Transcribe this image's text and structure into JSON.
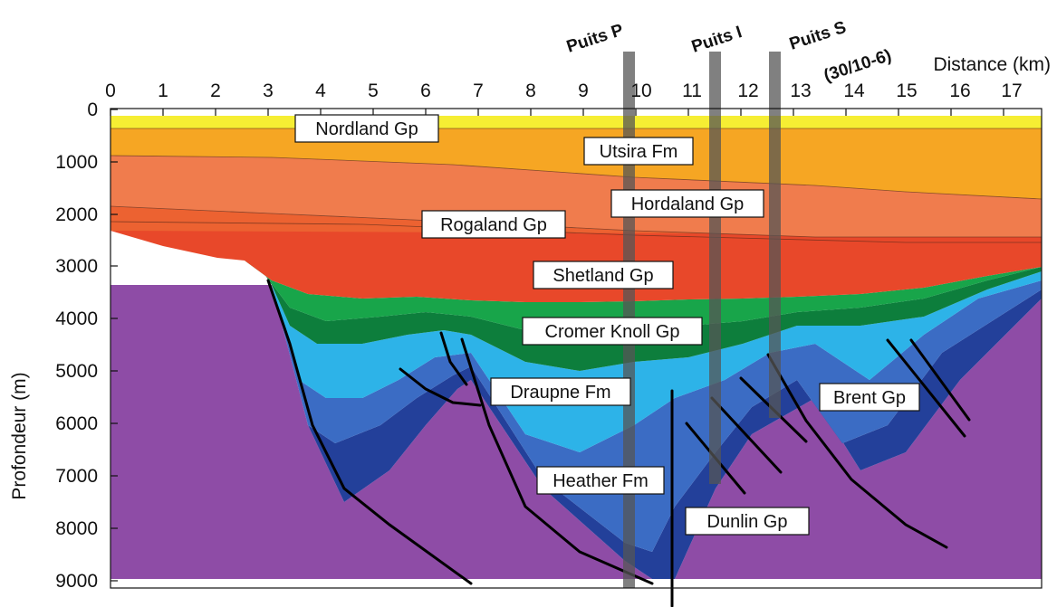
{
  "axes": {
    "x_label": "Distance (km)",
    "y_label": "Profondeur (m)",
    "x_ticks": [
      "0",
      "1",
      "2",
      "3",
      "4",
      "5",
      "6",
      "7",
      "8",
      "9",
      "10",
      "11",
      "12",
      "13",
      "14",
      "15",
      "16",
      "17"
    ],
    "y_ticks": [
      "0",
      "1000",
      "2000",
      "3000",
      "4000",
      "5000",
      "6000",
      "7000",
      "8000",
      "9000"
    ]
  },
  "wells": {
    "p": "Puits P",
    "i": "Puits I",
    "s": "Puits S",
    "s_id": "(30/10-6)"
  },
  "units": {
    "nordland": "Nordland Gp",
    "utsira": "Utsira Fm",
    "hordaland": "Hordaland Gp",
    "rogaland": "Rogaland Gp",
    "shetland": "Shetland Gp",
    "cromer": "Cromer Knoll Gp",
    "draupne": "Draupne Fm",
    "brent": "Brent Gp",
    "heather": "Heather Fm",
    "dunlin": "Dunlin Gp"
  },
  "colors": {
    "nordland": "#f6ee33",
    "utsira": "#f6a623",
    "hordaland": "#f07c4d",
    "rogaland": "#ec6231",
    "shetland": "#e8482a",
    "cromer_upper": "#18a54a",
    "cromer_lower": "#0d7e3c",
    "draupne": "#2db3e8",
    "heather": "#3b6cc4",
    "heather_dark": "#23409a",
    "dunlin": "#8e4ca6",
    "fault": "#000000",
    "well": "#6b6b6b"
  }
}
